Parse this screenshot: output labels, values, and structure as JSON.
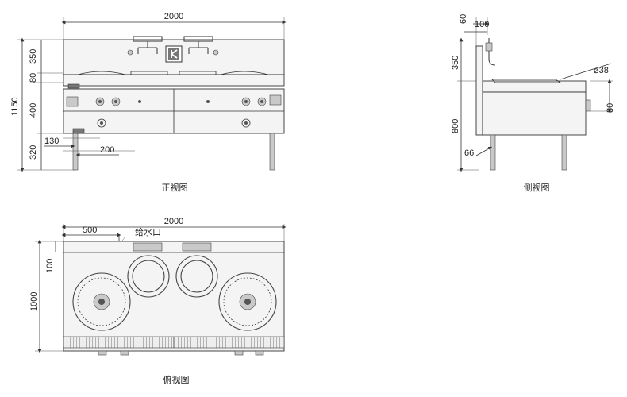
{
  "front_view": {
    "caption": "正视图",
    "width": "2000",
    "dims_left": [
      "350",
      "80",
      "400",
      "1150",
      "320"
    ],
    "leg_offset": "130",
    "leg_gap": "200"
  },
  "side_view": {
    "caption": "侧视图",
    "top_dims": [
      "60",
      "100"
    ],
    "left_dims": [
      "350",
      "800"
    ],
    "diameter": "⌀38",
    "right_dim": "80",
    "bottom_dim": "66"
  },
  "top_view": {
    "caption": "俯视图",
    "width": "2000",
    "inlet_offset": "500",
    "inlet_label": "给水口",
    "depth": "1000",
    "back_strip": "100"
  }
}
